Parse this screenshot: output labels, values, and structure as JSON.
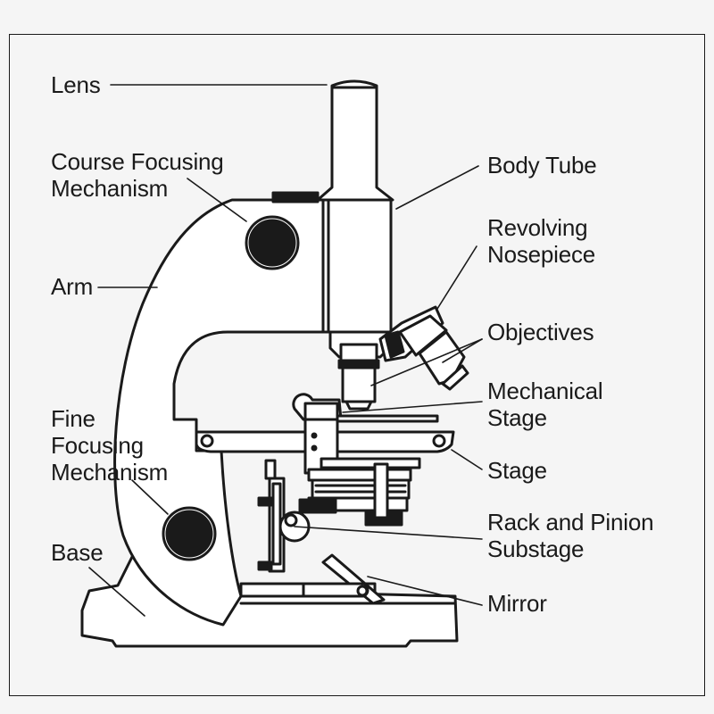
{
  "labels": {
    "lens": "Lens",
    "course_focusing": "Course Focusing\nMechanism",
    "arm": "Arm",
    "fine_focusing": "Fine\nFocusing\nMechanism",
    "base": "Base",
    "body_tube": "Body Tube",
    "revolving_nosepiece": "Revolving\nNosepiece",
    "objectives": "Objectives",
    "mechanical_stage": "Mechanical\nStage",
    "stage": "Stage",
    "rack_pinion": "Rack and Pinion\nSubstage",
    "mirror": "Mirror"
  },
  "colors": {
    "line": "#1a1a1a",
    "fill": "#ffffff",
    "background": "#f5f5f5"
  }
}
